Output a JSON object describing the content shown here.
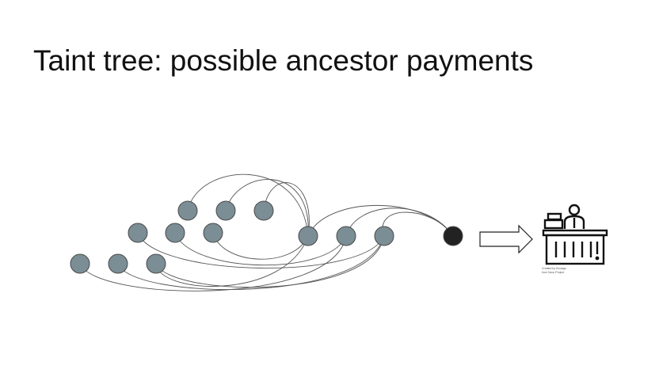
{
  "slide": {
    "title": "Taint tree: possible ancestor payments"
  },
  "diagram": {
    "node_color": "#7b8d95",
    "target_node_color": "#222222",
    "edge_color": "#555555",
    "arrow_icon": "right-arrow-icon",
    "merchant_icon": "shop-counter-icon",
    "icon_credit_lines": [
      "Created by Ecualgo",
      "from Noun Project"
    ]
  }
}
